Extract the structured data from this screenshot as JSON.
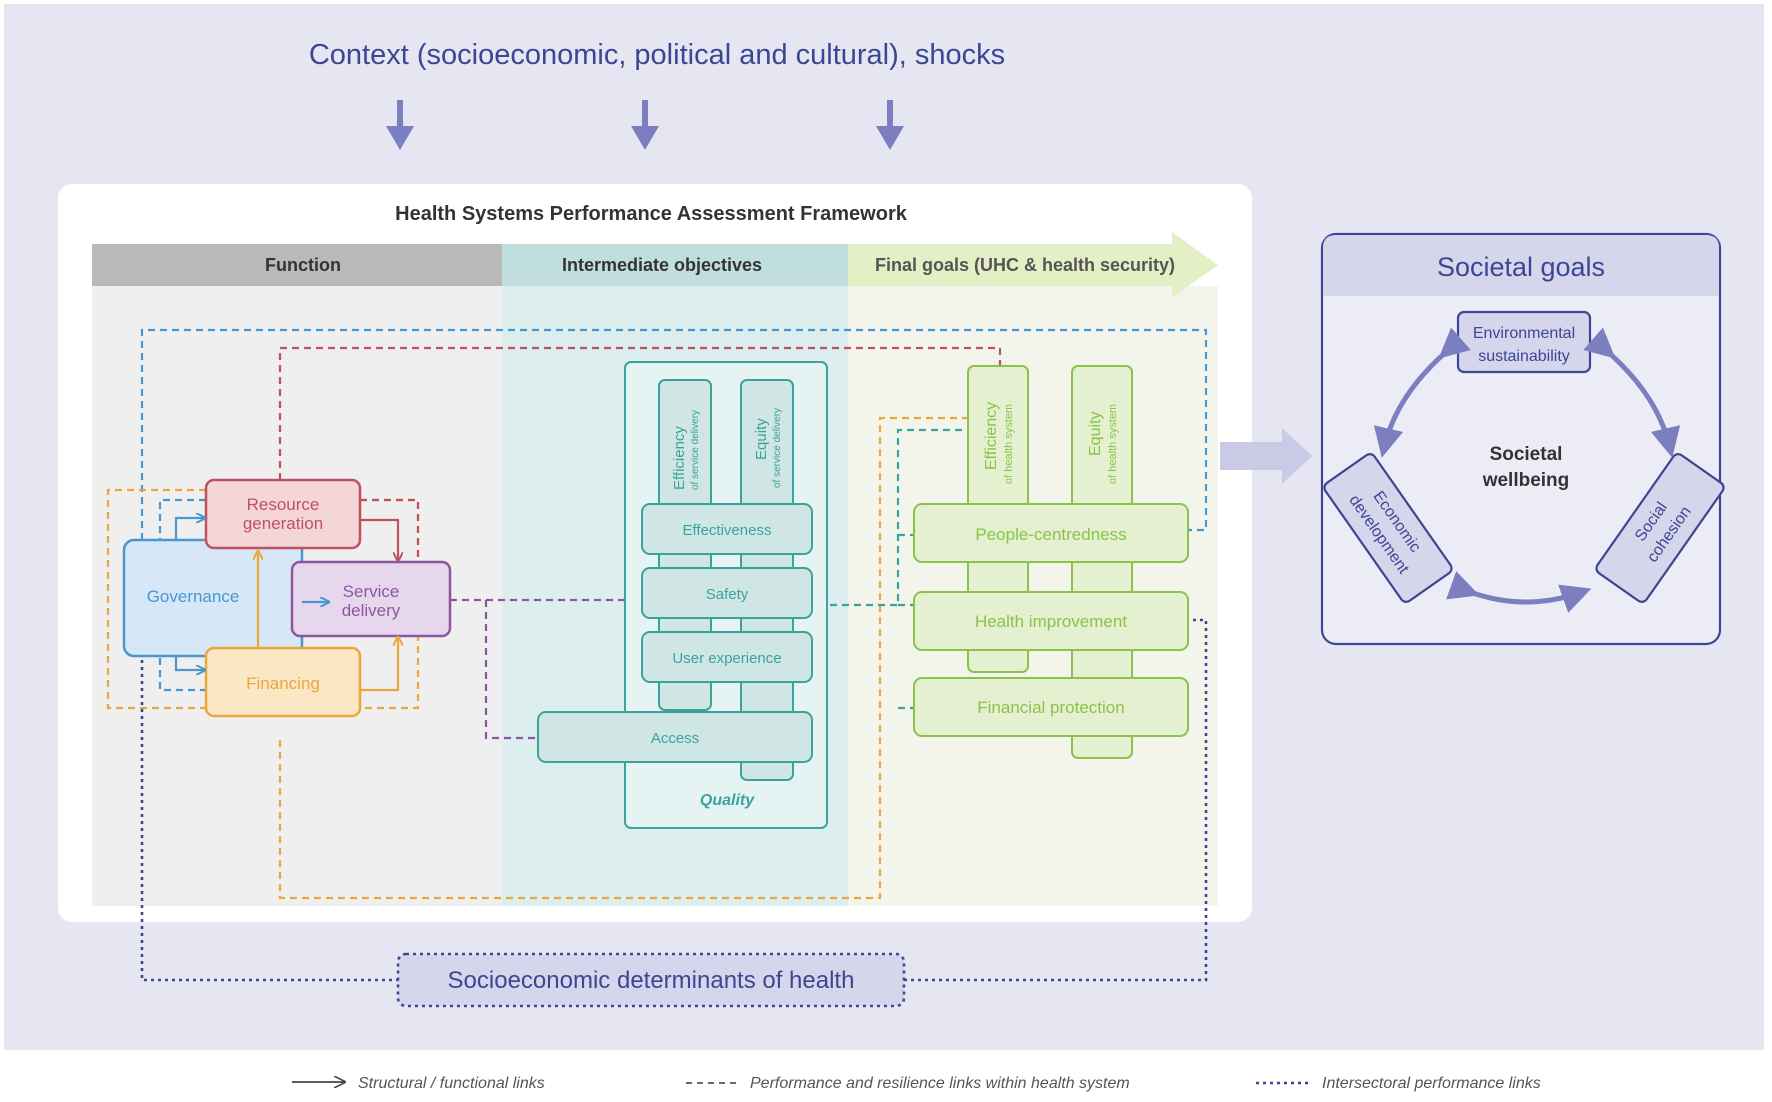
{
  "context_title": "Context (socioeconomic, political and cultural), shocks",
  "framework": {
    "title": "Health Systems Performance Assessment Framework",
    "headers": {
      "function": "Function",
      "intermediate": "Intermediate objectives",
      "final": "Final goals (UHC & health security)"
    },
    "functions": {
      "resource_generation": [
        "Resource",
        "generation"
      ],
      "governance": "Governance",
      "service_delivery": [
        "Service",
        "delivery"
      ],
      "financing": "Financing"
    },
    "intermediate": {
      "efficiency_service": [
        "Efficiency",
        "of service delivery"
      ],
      "equity_service": [
        "Equity",
        "of service delivery"
      ],
      "effectiveness": "Effectiveness",
      "safety": "Safety",
      "user_experience": "User experience",
      "access": "Access",
      "quality": "Quality"
    },
    "final": {
      "efficiency_system": [
        "Efficiency",
        "of health system"
      ],
      "equity_system": [
        "Equity",
        "of health system"
      ],
      "people_centredness": "People-centredness",
      "health_improvement": "Health improvement",
      "financial_protection": "Financial protection"
    }
  },
  "determinants": "Socioeconomic determinants of health",
  "societal": {
    "title": "Societal goals",
    "center": [
      "Societal",
      "wellbeing"
    ],
    "environmental": [
      "Environmental",
      "sustainability"
    ],
    "economic": [
      "Economic",
      "development"
    ],
    "social": [
      "Social",
      "cohesion"
    ]
  },
  "legend": {
    "structural": "Structural / functional links",
    "performance": "Performance and resilience links within health system",
    "intersectoral": "Intersectoral performance links"
  },
  "colors": {
    "navy": "#3d4692",
    "purple_arrow": "#7b7fc0",
    "outer_bg": "#e6e6f2",
    "resource": "#c0525f",
    "governance": "#4a96cf",
    "service": "#8c579f",
    "financing": "#e9a73c",
    "teal": "#3aa39c",
    "green": "#8bc34a"
  }
}
